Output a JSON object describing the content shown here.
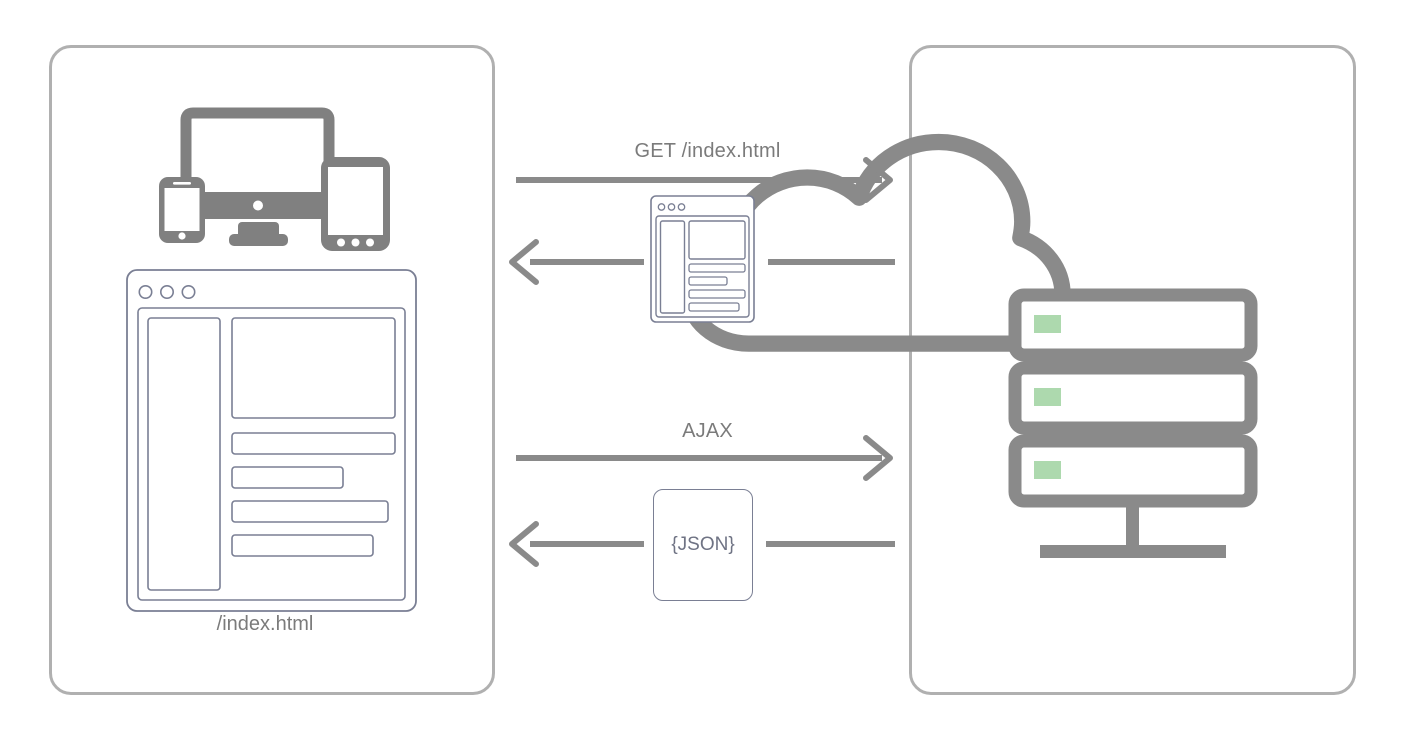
{
  "diagram": {
    "title": "Client Server AJAX Request Flow",
    "background_color": "#ffffff",
    "panel_border_color": "#b0b0b0",
    "device_color": "#808080",
    "wire_color": "#7b7b7b",
    "browser_outline_color": "#7a7f94",
    "led_color": "#ADD9AE",
    "text_color": "#7b7b7b"
  },
  "client_panel": {
    "name": "Client",
    "devices": {
      "monitor": "desktop-monitor-icon",
      "phone": "smartphone-icon",
      "tablet": "tablet-icon"
    },
    "browser_window": {
      "name": "browser-window-mockup",
      "traffic_lights": 3,
      "sidebar": "sidebar-placeholder",
      "hero_block": "content-hero-block",
      "content_bars": 4
    },
    "caption": "/index.html"
  },
  "server_panel": {
    "name": "Cloud Server",
    "icon": "cloud-server-stack-icon",
    "server_units": 3,
    "led_indicators": 3,
    "stand": "network-stand"
  },
  "flows": [
    {
      "id": "get-request",
      "label": "GET /index.html",
      "direction": "client-to-server",
      "arrow": "arrow-right"
    },
    {
      "id": "html-response",
      "label": "",
      "direction": "server-to-client",
      "arrow": "arrow-left",
      "payload_icon": "html-document-icon"
    },
    {
      "id": "ajax-request",
      "label": "AJAX",
      "direction": "client-to-server",
      "arrow": "arrow-right"
    },
    {
      "id": "json-response",
      "label": "",
      "direction": "server-to-client",
      "arrow": "arrow-left",
      "payload_label": "{JSON}"
    }
  ],
  "labels": {
    "get_request": "GET /index.html",
    "ajax_request": "AJAX",
    "json_payload": "{JSON}",
    "index_html_caption": "/index.html"
  }
}
